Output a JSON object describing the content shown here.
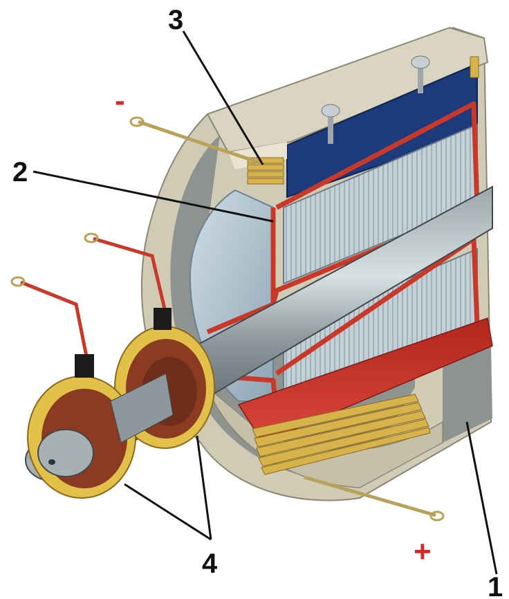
{
  "labels": {
    "housing": "1",
    "armature_winding": "2",
    "field_winding": "3",
    "slip_rings": "4"
  },
  "signs": {
    "negative": "-",
    "positive": "+"
  },
  "colors": {
    "housing": "#cfcbb5",
    "housing_shadow": "#8e938f",
    "pole_top": "#1d3a7a",
    "coil_copper": "#c9392a",
    "winding_gold": "#d8b24a",
    "lamination": "#b9c4cc",
    "shaft": "#7f8b8f",
    "ring_gold": "#e3c04a",
    "ring_brown": "#8a3b22"
  }
}
